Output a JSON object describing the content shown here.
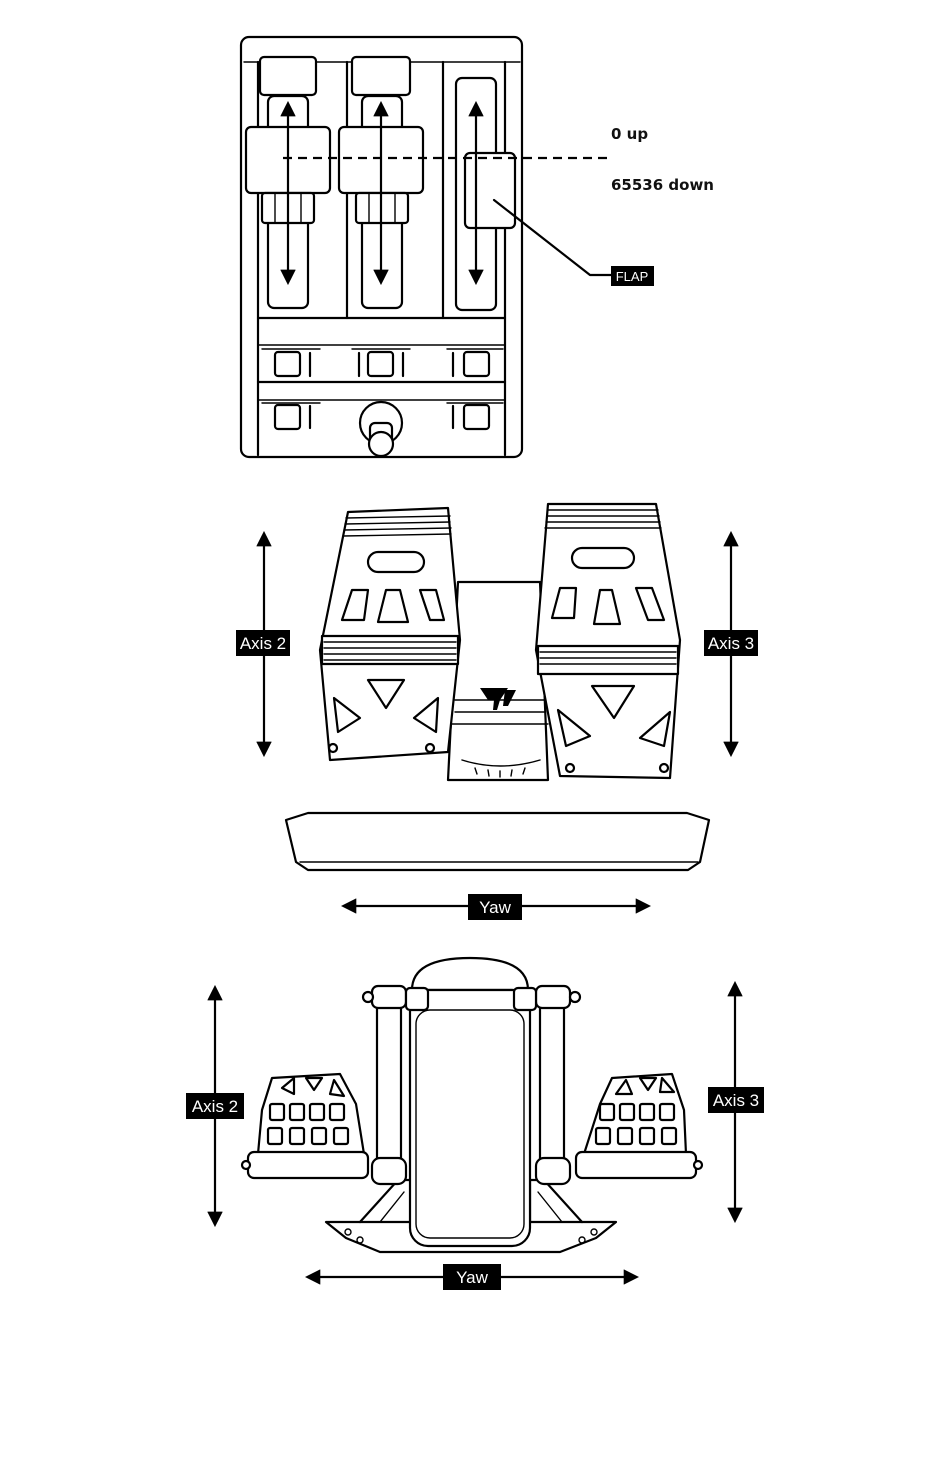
{
  "throttle": {
    "top_value_label": "0 up",
    "bottom_value_label": "65536 down",
    "flap_label": "FLAP",
    "switch_labels": [
      "I0I",
      "IOI",
      "I0I"
    ]
  },
  "rudder_pedals_front": {
    "left_axis_label": "Axis 2",
    "right_axis_label": "Axis 3",
    "yaw_label": "Yaw"
  },
  "rudder_pedals_side": {
    "left_axis_label": "Axis 2",
    "right_axis_label": "Axis 3",
    "yaw_label": "Yaw"
  }
}
